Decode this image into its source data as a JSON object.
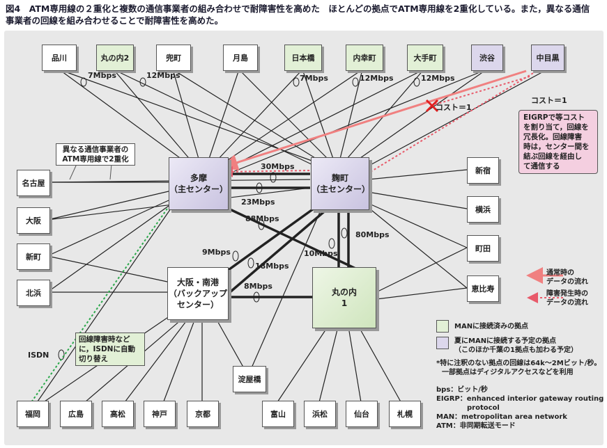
{
  "caption": {
    "title": "図4　ATM専用線の２重化と複数の通信事業者の組み合わせで耐障害性を高めた",
    "text_line1": "ほとんどの拠点でATM専用線を2重化している。また，異なる通信",
    "text_line2": "事業者の回線を組み合わせることで耐障害性を高めた。"
  },
  "top_sites": [
    "品川",
    "丸の内2",
    "兜町",
    "月島",
    "日本橋",
    "内幸町",
    "大手町",
    "渋谷",
    "中目黒"
  ],
  "left_sites": [
    "名古屋",
    "大阪",
    "新町",
    "北浜"
  ],
  "right_sites": [
    "新宿",
    "横浜",
    "町田",
    "恵比寿"
  ],
  "bottom_sites": [
    "福岡",
    "広島",
    "高松",
    "神戸",
    "京都",
    "淀屋橋",
    "富山",
    "浜松",
    "仙台",
    "札幌"
  ],
  "centers": {
    "tama": {
      "line1": "多摩",
      "line2": "（主センター）"
    },
    "kojimachi": {
      "line1": "麹町",
      "line2": "（主センター）"
    },
    "osaka": {
      "line1": "大阪・南港",
      "line2": "（バックアップ",
      "line3": "センター）"
    },
    "marunouchi": {
      "line1": "丸の内",
      "line2": "1"
    }
  },
  "speeds": {
    "s7a": "7Mbps",
    "s12a": "12Mbps",
    "s7b": "7Mbps",
    "s12b": "12Mbps",
    "s12c": "12Mbps",
    "s30": "30Mbps",
    "s23": "23Mbps",
    "s88": "88Mbps",
    "s80": "80Mbps",
    "s10": "10Mbps",
    "s9": "9Mbps",
    "s18": "18Mbps",
    "s8": "8Mbps"
  },
  "cost_labels": [
    "コスト＝1",
    "コスト＝1"
  ],
  "notes": {
    "carrier": [
      "異なる通信事業者の",
      "ATM専用線で2重化"
    ],
    "eigrp": [
      "EIGRPで等コスト",
      "を割り当て，回線を",
      "冗長化。回線障害",
      "時は，センター間を",
      "結ぶ回線を経由し",
      "て通信する"
    ],
    "isdn_backup": [
      "回線障害時など",
      "に，ISDNに自動",
      "切り替え"
    ],
    "isdn_label": "ISDN"
  },
  "flow_legend": {
    "normal": [
      "通常時の",
      "データの流れ"
    ],
    "fault": [
      "障害発生時の",
      "データの流れ"
    ]
  },
  "legend": {
    "connected": "MANに接続済みの拠点",
    "planned_line1": "夏にMANに接続する予定の拠点",
    "planned_line2": "（このほか千葉の1拠点も加わる予定）",
    "footnote_line1": "*特に注釈のない拠点の回線は64k～2Mビット/秒。",
    "footnote_line2": "一部拠点はディジタルアクセスなどを利用",
    "abbr": [
      "bps：ビット/秒",
      "EIGRP：enhanced interior gateway routing",
      "protocol",
      "MAN：metropolitan area network",
      "ATM：非同期転送モード"
    ]
  },
  "colors": {
    "connected_fill": "#e2f0d6",
    "planned_fill": "#dcd7ec",
    "normal_flow": "#f08080",
    "fault_flow": "#e85a6a",
    "fault_marker": "#e02020",
    "isdn_line": "#2aa84a"
  }
}
